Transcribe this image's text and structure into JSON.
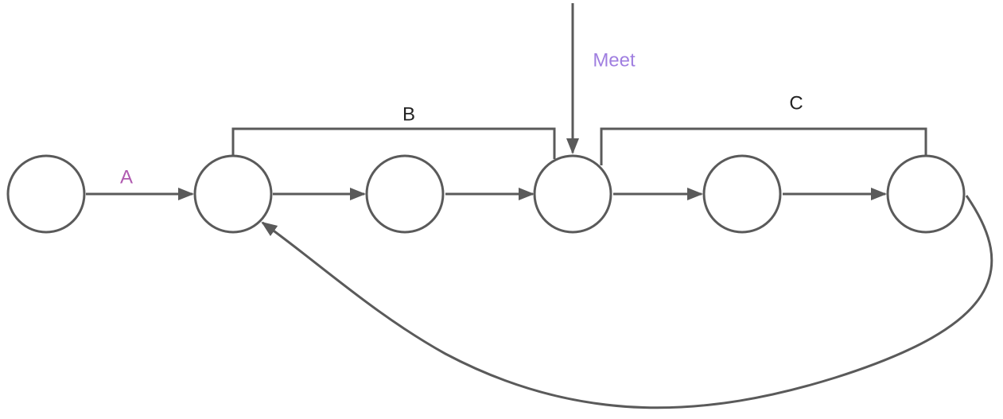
{
  "diagram": {
    "labels": {
      "a": "A",
      "b": "B",
      "c": "C",
      "meet": "Meet"
    },
    "colors": {
      "stroke": "#5a5a5a",
      "label_a": "#b05ab0",
      "label_meet": "#a07fe0",
      "label_default": "#222222"
    },
    "nodes": [
      "n1",
      "n2",
      "n3",
      "n4",
      "n5",
      "n6"
    ],
    "edges": [
      {
        "from": "n1",
        "to": "n2",
        "label": "A"
      },
      {
        "from": "n2",
        "to": "n3"
      },
      {
        "from": "n3",
        "to": "n4"
      },
      {
        "from": "n4",
        "to": "n5"
      },
      {
        "from": "n5",
        "to": "n6"
      },
      {
        "from": "n6",
        "to": "n2"
      },
      {
        "from": "external",
        "to": "n4",
        "label": "Meet"
      }
    ],
    "spans": [
      {
        "label": "B",
        "from": "n2",
        "to": "n4"
      },
      {
        "label": "C",
        "from": "n4",
        "to": "n6"
      }
    ]
  }
}
